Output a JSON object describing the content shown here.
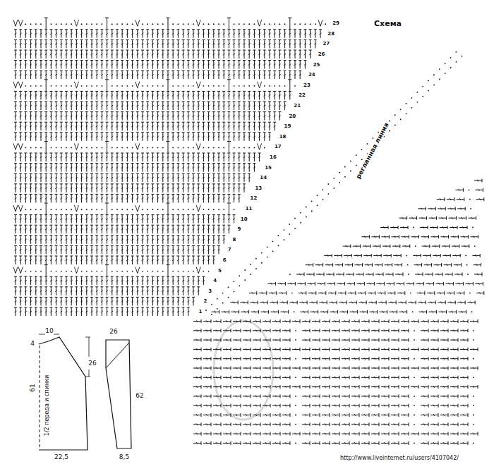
{
  "diagram": {
    "title": "Схема",
    "labels": [
      "29",
      "28",
      "27",
      "26",
      "25",
      "24",
      "23",
      "22",
      "21",
      "20",
      "19",
      "18",
      "17",
      "16",
      "15",
      "14",
      "13",
      "12",
      "11",
      "10",
      "9",
      "8",
      "7",
      "6",
      "5",
      "4",
      "3",
      "2",
      "1",
      "регланная линия",
      "10",
      "4",
      "26",
      "61",
      "1/2 переда и спинки",
      "22,5",
      "26",
      "62",
      "8,5",
      "http://www.liveinternet.ru/users/4107042/"
    ]
  }
}
